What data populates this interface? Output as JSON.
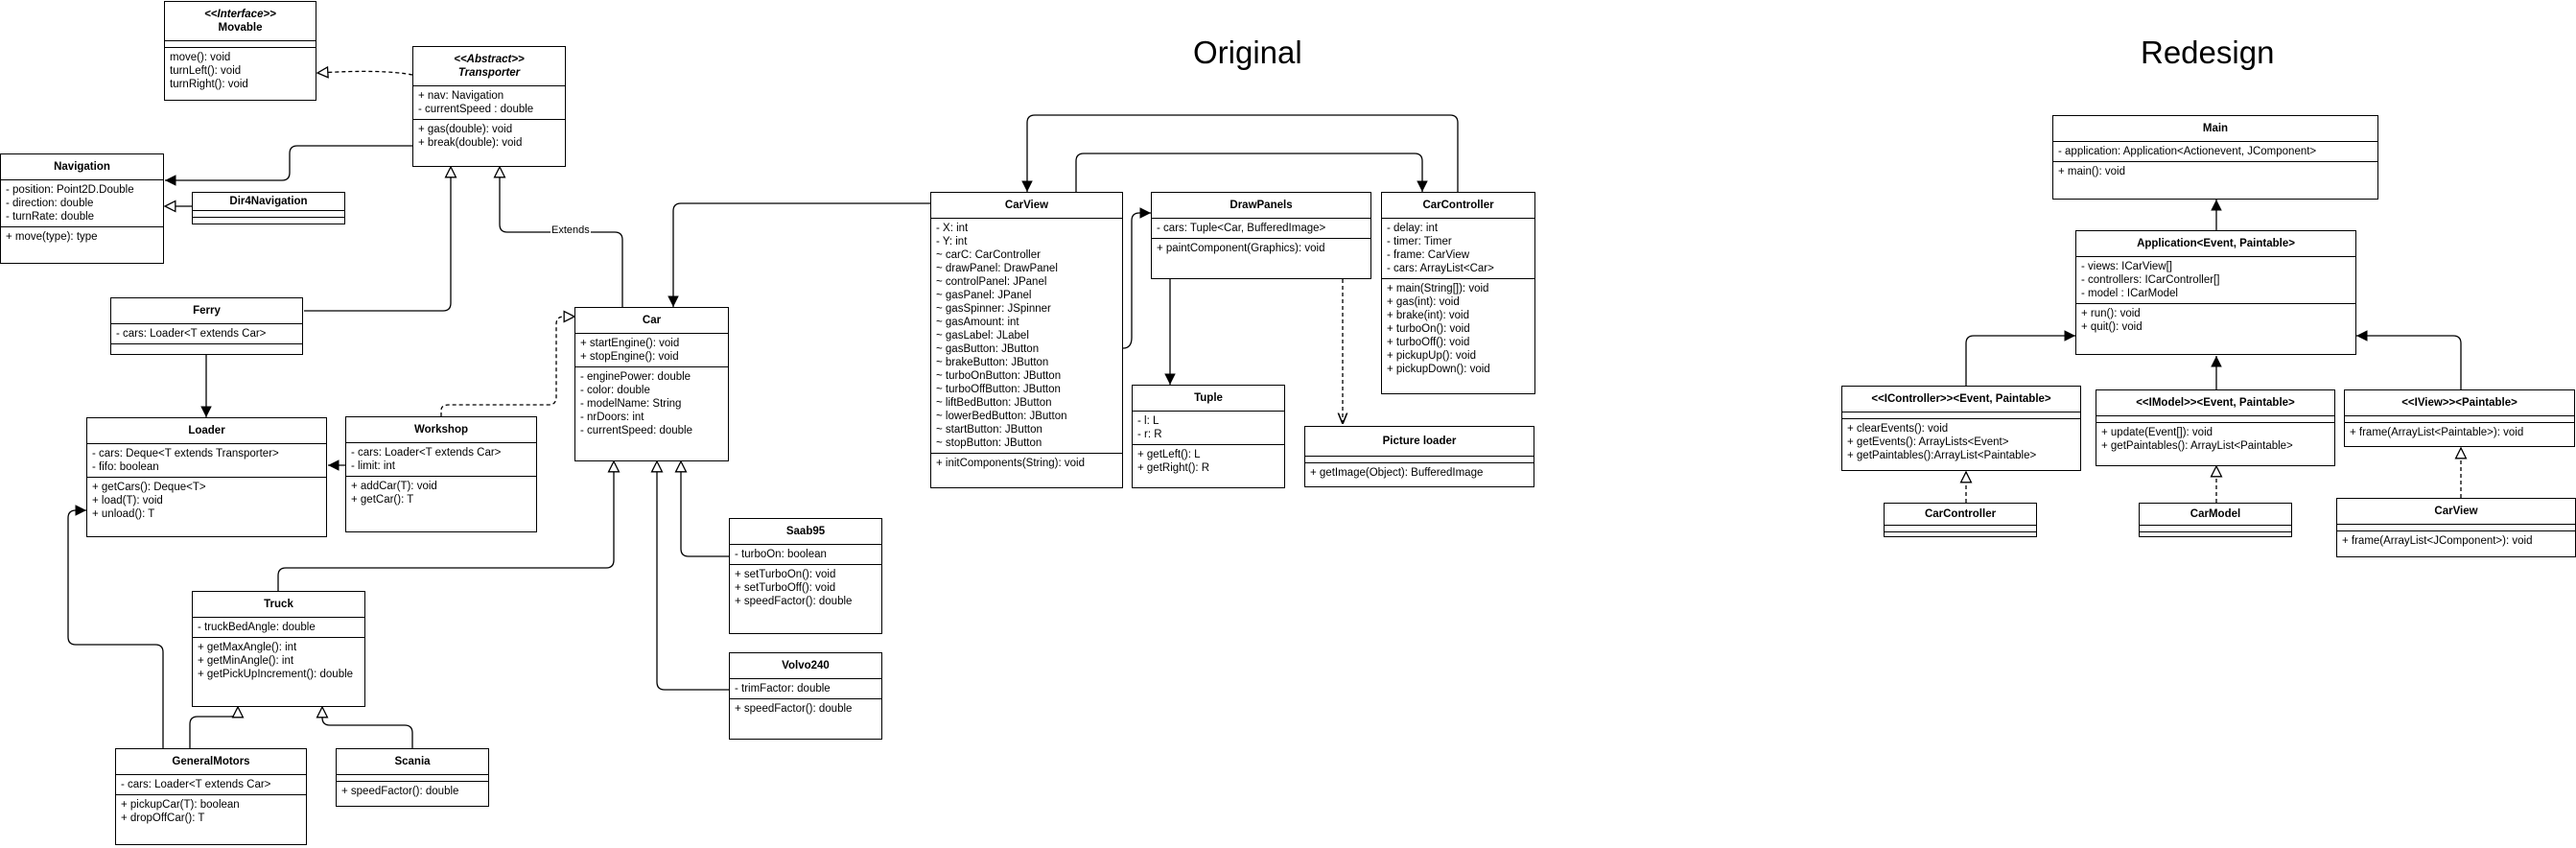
{
  "headings": {
    "original": "Original",
    "redesign": "Redesign"
  },
  "labels": {
    "extends": "Extends"
  },
  "classes": {
    "movable": {
      "stereotype": "<<Interface>>",
      "name": "Movable",
      "attributes": [],
      "methods": [
        "move(): void",
        "turnLeft(): void",
        "turnRight(): void"
      ]
    },
    "transporter": {
      "stereotype": "<<Abstract>>",
      "name": "Transporter",
      "attributes": [
        "+ nav: Navigation",
        "- currentSpeed : double"
      ],
      "methods": [
        "+ gas(double): void",
        "+ break(double): void"
      ]
    },
    "navigation": {
      "name": "Navigation",
      "attributes": [
        "- position: Point2D.Double",
        "- direction: double",
        "- turnRate: double"
      ],
      "methods": [
        "+ move(type): type"
      ]
    },
    "dir4navigation": {
      "name": "Dir4Navigation",
      "attributes": [],
      "methods": []
    },
    "ferry": {
      "name": "Ferry",
      "attributes": [
        "- cars: Loader<T extends Car>"
      ],
      "methods": []
    },
    "loader": {
      "name": "Loader",
      "attributes": [
        "- cars: Deque<T extends Transporter>",
        "- fifo: boolean"
      ],
      "methods": [
        "+ getCars(): Deque<T>",
        "+ load(T): void",
        "+ unload(): T"
      ]
    },
    "workshop": {
      "name": "Workshop",
      "attributes": [
        "- cars: Loader<T extends Car>",
        "- limit: int"
      ],
      "methods": [
        "+ addCar(T): void",
        "+ getCar(): T"
      ]
    },
    "car": {
      "name": "Car",
      "attributes": [
        "+ startEngine(): void",
        "+ stopEngine(): void"
      ],
      "methods": [
        "- enginePower: double",
        "- color: double",
        "- modelName: String",
        "- nrDoors: int",
        "- currentSpeed: double"
      ]
    },
    "truck": {
      "name": "Truck",
      "attributes": [
        "- truckBedAngle: double"
      ],
      "methods": [
        "+ getMaxAngle(): int",
        "+ getMinAngle(): int",
        "+ getPickUpIncrement(): double"
      ]
    },
    "saab95": {
      "name": "Saab95",
      "attributes": [
        "- turboOn: boolean"
      ],
      "methods": [
        "+ setTurboOn(): void",
        "+ setTurboOff(): void",
        "+ speedFactor(): double"
      ]
    },
    "volvo240": {
      "name": "Volvo240",
      "attributes": [
        "- trimFactor: double"
      ],
      "methods": [
        "+ speedFactor(): double"
      ]
    },
    "generalmotors": {
      "name": "GeneralMotors",
      "attributes": [
        "- cars: Loader<T extends Car>"
      ],
      "methods": [
        "+ pickupCar(T): boolean",
        "+ dropOffCar(): T"
      ]
    },
    "scania": {
      "name": "Scania",
      "attributes": [],
      "methods": [
        "+ speedFactor(): double"
      ]
    },
    "carview": {
      "name": "CarView",
      "attributes": [
        "- X: int",
        "- Y: int",
        "~ carC: CarController",
        "~ drawPanel: DrawPanel",
        "~ controlPanel: JPanel",
        "~ gasPanel: JPanel",
        "~ gasSpinner: JSpinner",
        "~ gasAmount: int",
        "~ gasLabel: JLabel",
        "~ gasButton: JButton",
        "~ brakeButton: JButton",
        "~ turboOnButton: JButton",
        "~ turboOffButton: JButton",
        "~ liftBedButton: JButton",
        "~ lowerBedButton: JButton",
        "~ startButton: JButton",
        "~ stopButton: JButton"
      ],
      "methods": [
        "+ initComponents(String): void"
      ]
    },
    "drawpanels": {
      "name": "DrawPanels",
      "attributes": [
        "- cars: Tuple<Car, BufferedImage>"
      ],
      "methods": [
        "+ paintComponent(Graphics): void"
      ]
    },
    "carcontroller": {
      "name": "CarController",
      "attributes": [
        "- delay: int",
        "- timer: Timer",
        "- frame: CarView",
        "- cars: ArrayList<Car>"
      ],
      "methods": [
        "+ main(String[]): void",
        "+ gas(int): void",
        "+ brake(int): void",
        "+ turboOn(): void",
        "+ turboOff(): void",
        "+ pickupUp(): void",
        "+ pickupDown(): void"
      ]
    },
    "tuple": {
      "name": "Tuple",
      "attributes": [
        "- l: L",
        "- r: R"
      ],
      "methods": [
        "+ getLeft(): L",
        "+ getRight(): R"
      ]
    },
    "pictureloader": {
      "name": "Picture loader",
      "attributes": [],
      "methods": [
        "+ getImage(Object): BufferedImage"
      ]
    },
    "main": {
      "name": "Main",
      "attributes": [
        "- application: Application<Actionevent, JComponent>"
      ],
      "methods": [
        "+ main(): void"
      ]
    },
    "application": {
      "name": "Application<Event, Paintable>",
      "attributes": [
        "- views: ICarView[]",
        "- controllers: ICarController[]",
        "- model : ICarModel"
      ],
      "methods": [
        "+ run(): void",
        "+ quit(): void"
      ]
    },
    "icontroller": {
      "name": "<<IController>><Event, Paintable>",
      "attributes": [],
      "methods": [
        "+ clearEvents(): void",
        "+ getEvents(): ArrayLists<Event>",
        "+ getPaintables():ArrayList<Paintable>"
      ]
    },
    "imodel": {
      "name": "<<IModel>><Event, Paintable>",
      "attributes": [],
      "methods": [
        "+ update(Event[]): void",
        "+ getPaintables(): ArrayList<Paintable>"
      ]
    },
    "iview": {
      "name": "<<IView>><Paintable>",
      "attributes": [],
      "methods": [
        "+ frame(ArrayList<Paintable>): void"
      ]
    },
    "r_carcontroller": {
      "name": "CarController",
      "attributes": [],
      "methods": []
    },
    "r_carmodel": {
      "name": "CarModel",
      "attributes": [],
      "methods": []
    },
    "r_carview": {
      "name": "CarView",
      "attributes": [],
      "methods": [
        "+ frame(ArrayList<JComponent>): void"
      ]
    }
  }
}
